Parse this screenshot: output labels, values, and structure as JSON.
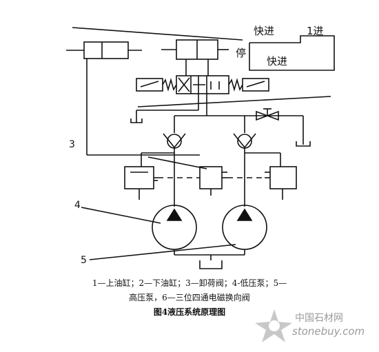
{
  "labels": {
    "speed_fast_in_top": "快进",
    "speed_1_in": "1进",
    "speed_stop": "停",
    "speed_fast_in_bottom": "快进",
    "num_3": "3",
    "num_4": "4",
    "num_5": "5"
  },
  "caption": {
    "line1": "1—上油缸；2—下油缸；3—卸荷阀；4-低压泵；5—",
    "line2": "高压泵，6—三位四通电磁换向阀",
    "title": "图4液压系统原理图"
  },
  "watermark": {
    "cn": "中国石材网",
    "en": "stonebuy.com"
  }
}
